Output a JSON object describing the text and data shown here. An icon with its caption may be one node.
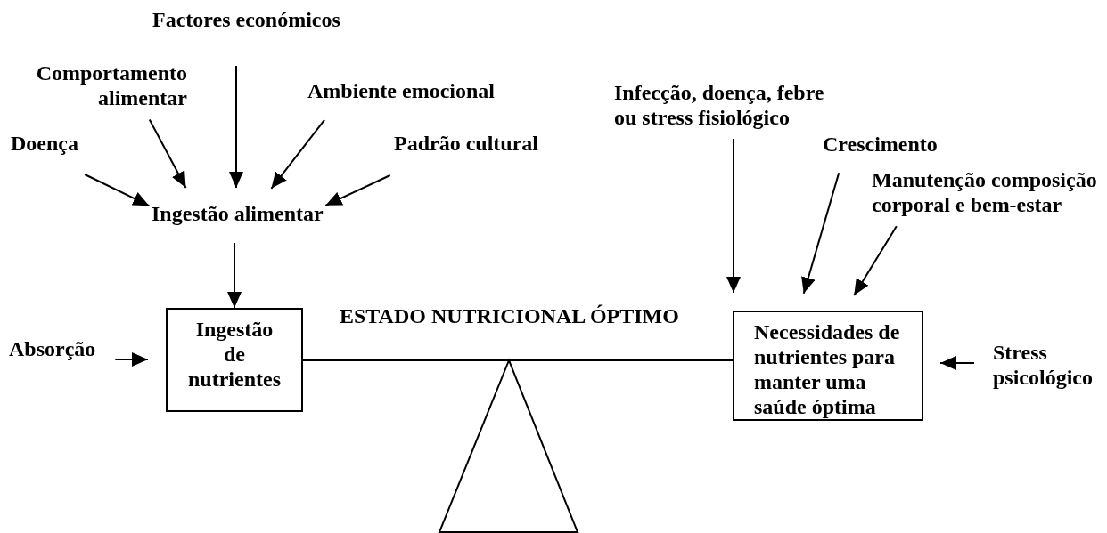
{
  "diagram": {
    "nodes": [
      {
        "text": [
          "Factores económicos"
        ]
      },
      {
        "text": [
          "Comportamento alimentar"
        ]
      },
      {
        "text": [
          "Ambiente emocional"
        ]
      },
      {
        "text": [
          "Doença"
        ]
      },
      {
        "text": [
          "Padrão cultural"
        ]
      },
      {
        "text": [
          "Ingestão alimentar"
        ]
      },
      {
        "text": [
          "Ingestão de nutrientes"
        ]
      },
      {
        "text": [
          "Absorção"
        ]
      },
      {
        "text": [
          "Infecção, doença, febre ou stress fisiológico"
        ]
      },
      {
        "text": [
          "Crescimento"
        ]
      },
      {
        "text": [
          "Manutenção composição corporal e bem-estar"
        ]
      },
      {
        "text": [
          "Necessidades de nutrientes para manter uma saúde óptima"
        ]
      },
      {
        "text": [
          "Stress psicológico"
        ]
      }
    ],
    "edges": [
      {
        "from": 0,
        "to": 5,
        "arrow": "to"
      },
      {
        "from": 1,
        "to": 5,
        "arrow": "to"
      },
      {
        "from": 2,
        "to": 5,
        "arrow": "to"
      },
      {
        "from": 3,
        "to": 5,
        "arrow": "to"
      },
      {
        "from": 4,
        "to": 5,
        "arrow": "to"
      },
      {
        "from": 5,
        "to": 6,
        "arrow": "to"
      },
      {
        "from": 7,
        "to": 6,
        "arrow": "to"
      },
      {
        "from": 8,
        "to": 11,
        "arrow": "to"
      },
      {
        "from": 9,
        "to": 11,
        "arrow": "to"
      },
      {
        "from": 10,
        "to": 11,
        "arrow": "to"
      },
      {
        "from": 12,
        "to": 11,
        "arrow": "to"
      },
      {
        "from": 6,
        "to": 11,
        "arrow": "none"
      }
    ],
    "labels": [
      "ESTADO NUTRICIONAL ÓPTIMO"
    ]
  }
}
